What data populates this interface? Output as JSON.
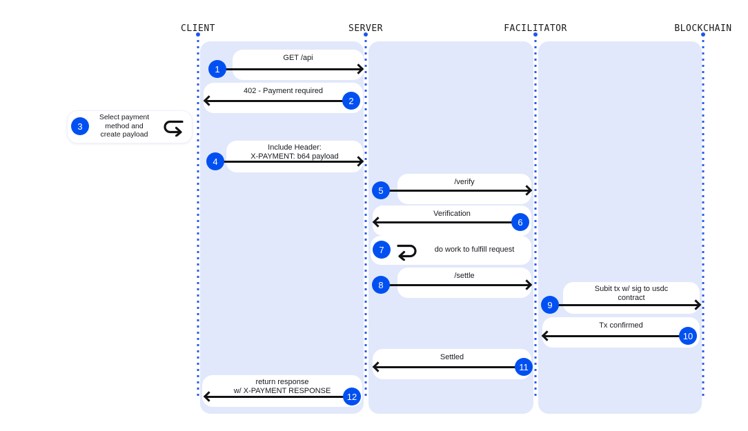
{
  "diagram": {
    "actors": [
      {
        "id": "client",
        "label": "CLIENT"
      },
      {
        "id": "server",
        "label": "SERVER"
      },
      {
        "id": "facilitator",
        "label": "FACILITATOR"
      },
      {
        "id": "blockchain",
        "label": "BLOCKCHAIN"
      }
    ],
    "messages": [
      {
        "num": "1",
        "kind": "arrow",
        "from": "client",
        "to": "server",
        "lines": [
          "GET /api"
        ]
      },
      {
        "num": "2",
        "kind": "arrow",
        "from": "server",
        "to": "client",
        "lines": [
          "402 - Payment required"
        ]
      },
      {
        "num": "3",
        "kind": "self-note",
        "actor": "client",
        "icon": "loop-right-icon",
        "lines": [
          "Select payment",
          "method and",
          "create payload"
        ]
      },
      {
        "num": "4",
        "kind": "arrow",
        "from": "client",
        "to": "server",
        "lines": [
          "Include Header:",
          "X-PAYMENT: b64 payload"
        ]
      },
      {
        "num": "5",
        "kind": "arrow",
        "from": "server",
        "to": "facilitator",
        "lines": [
          "/verify"
        ]
      },
      {
        "num": "6",
        "kind": "arrow",
        "from": "facilitator",
        "to": "server",
        "lines": [
          "Verification"
        ]
      },
      {
        "num": "7",
        "kind": "self",
        "actor": "server",
        "icon": "loop-left-icon",
        "lines": [
          "do work to fulfill request"
        ]
      },
      {
        "num": "8",
        "kind": "arrow",
        "from": "server",
        "to": "facilitator",
        "lines": [
          "/settle"
        ]
      },
      {
        "num": "9",
        "kind": "arrow",
        "from": "facilitator",
        "to": "blockchain",
        "lines": [
          "Subit tx w/ sig to usdc",
          "contract"
        ]
      },
      {
        "num": "10",
        "kind": "arrow",
        "from": "blockchain",
        "to": "facilitator",
        "lines": [
          "Tx confirmed"
        ]
      },
      {
        "num": "11",
        "kind": "arrow",
        "from": "facilitator",
        "to": "server",
        "lines": [
          "Settled"
        ]
      },
      {
        "num": "12",
        "kind": "arrow",
        "from": "server",
        "to": "client",
        "lines": [
          "return response",
          "w/ X-PAYMENT RESPONSE"
        ]
      }
    ],
    "colors": {
      "accent": "#0050f1",
      "panel": "#e1e8fb",
      "lifeline": "#2a5bee",
      "arrow": "#101214",
      "bubble": "#ffffff"
    }
  }
}
